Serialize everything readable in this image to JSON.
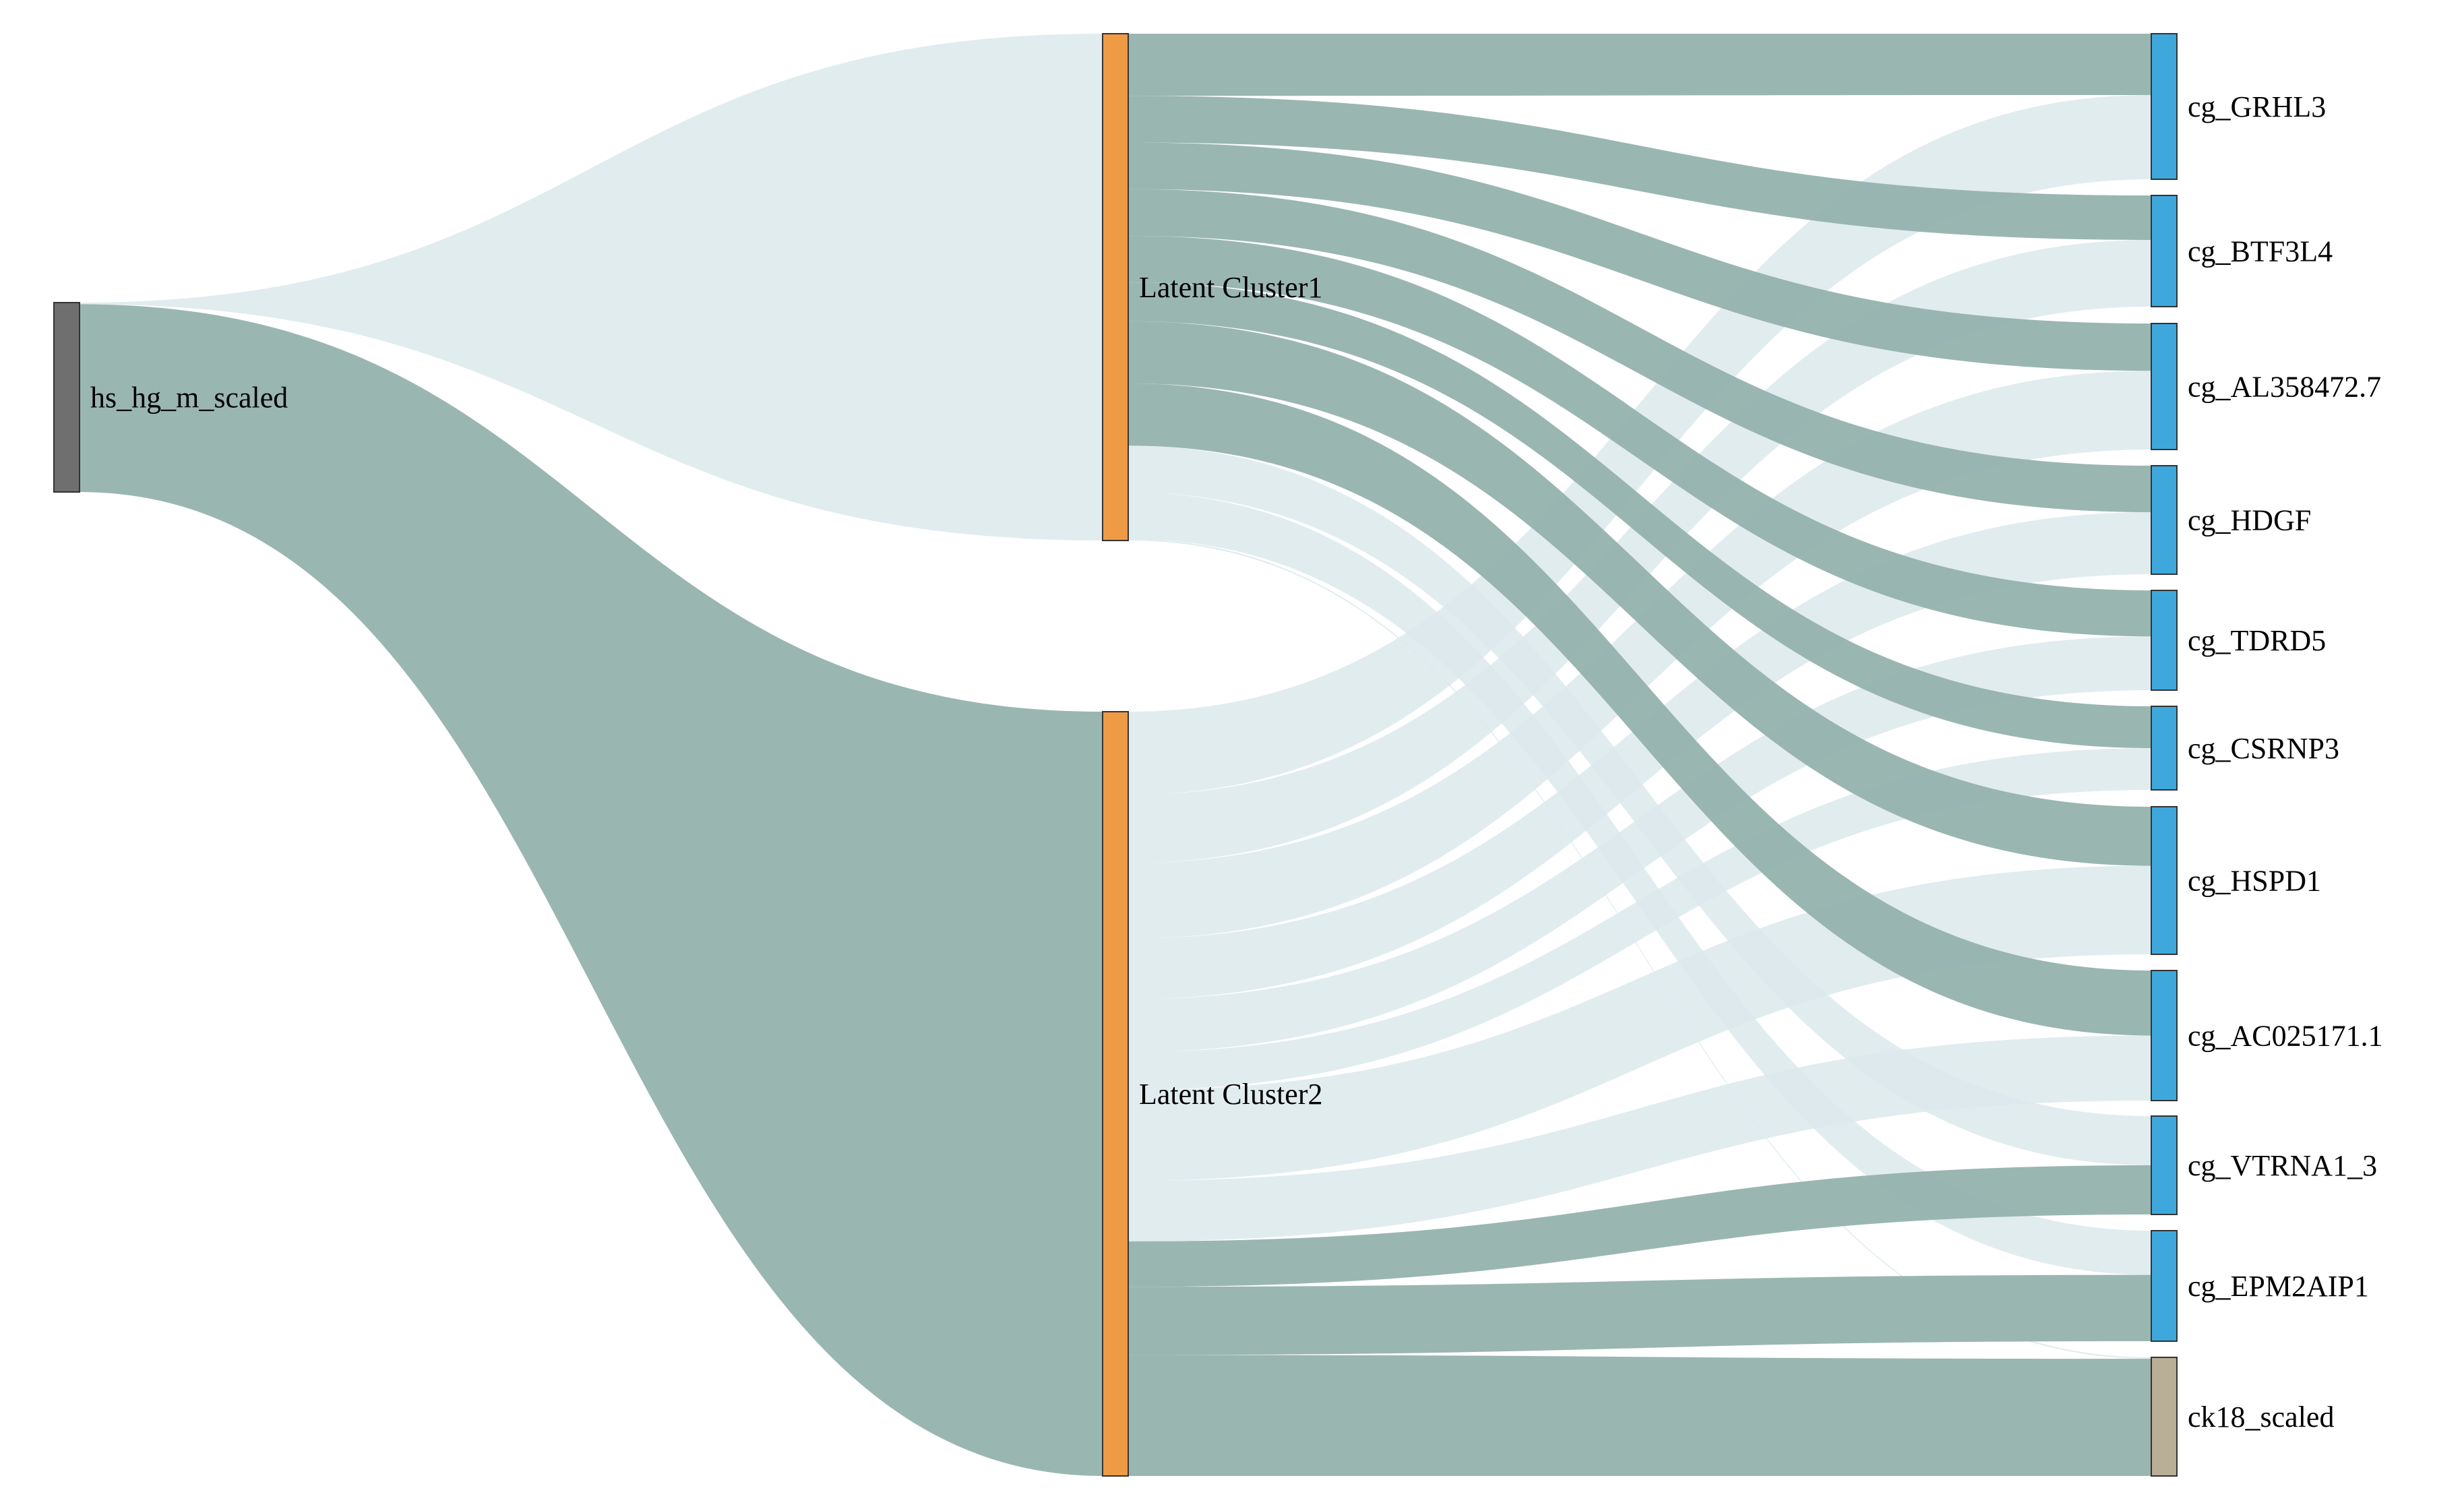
{
  "colors": {
    "link_strong": "#95b2ad",
    "link_faint": "#dce9ec",
    "source_node": "#6f6f6f",
    "cluster_node": "#ef9a44",
    "gene_node": "#3ea8dc",
    "ck18_node": "#b9ae96"
  },
  "nodes": [
    {
      "id": "src",
      "label": "hs_hg_m_scaled",
      "kind": "source"
    },
    {
      "id": "lc1",
      "label": "Latent Cluster1",
      "kind": "cluster"
    },
    {
      "id": "lc2",
      "label": "Latent Cluster2",
      "kind": "cluster"
    },
    {
      "id": "grhl3",
      "label": "cg_GRHL3",
      "kind": "gene"
    },
    {
      "id": "btf3l4",
      "label": "cg_BTF3L4",
      "kind": "gene"
    },
    {
      "id": "al358472",
      "label": "cg_AL358472.7",
      "kind": "gene"
    },
    {
      "id": "hdgf",
      "label": "cg_HDGF",
      "kind": "gene"
    },
    {
      "id": "tdrd5",
      "label": "cg_TDRD5",
      "kind": "gene"
    },
    {
      "id": "csrnp3",
      "label": "cg_CSRNP3",
      "kind": "gene"
    },
    {
      "id": "hspd1",
      "label": "cg_HSPD1",
      "kind": "gene"
    },
    {
      "id": "ac025171",
      "label": "cg_AC025171.1",
      "kind": "gene"
    },
    {
      "id": "vtrna1",
      "label": "cg_VTRNA1_3",
      "kind": "gene"
    },
    {
      "id": "epm2aip1",
      "label": "cg_EPM2AIP1",
      "kind": "gene"
    },
    {
      "id": "ck18",
      "label": "ck18_scaled",
      "kind": "outcome"
    }
  ],
  "links": [
    {
      "source": "src",
      "target": "lc1",
      "value": 0.1,
      "strength": "faint"
    },
    {
      "source": "src",
      "target": "lc2",
      "value": 12,
      "strength": "strong"
    },
    {
      "source": "lc1",
      "target": "grhl3",
      "value": 4,
      "strength": "strong"
    },
    {
      "source": "lc1",
      "target": "btf3l4",
      "value": 3,
      "strength": "strong"
    },
    {
      "source": "lc1",
      "target": "al358472",
      "value": 3,
      "strength": "strong"
    },
    {
      "source": "lc1",
      "target": "hdgf",
      "value": 3,
      "strength": "strong"
    },
    {
      "source": "lc1",
      "target": "tdrd5",
      "value": 3,
      "strength": "strong"
    },
    {
      "source": "lc1",
      "target": "csrnp3",
      "value": 2.5,
      "strength": "strong"
    },
    {
      "source": "lc1",
      "target": "hspd1",
      "value": 4,
      "strength": "strong"
    },
    {
      "source": "lc1",
      "target": "ac025171",
      "value": 4,
      "strength": "strong"
    },
    {
      "source": "lc1",
      "target": "vtrna1",
      "value": 3,
      "strength": "faint"
    },
    {
      "source": "lc1",
      "target": "epm2aip1",
      "value": 3,
      "strength": "faint"
    },
    {
      "source": "lc1",
      "target": "ck18",
      "value": 0.1,
      "strength": "faint"
    },
    {
      "source": "lc2",
      "target": "grhl3",
      "value": 5.5,
      "strength": "faint"
    },
    {
      "source": "lc2",
      "target": "btf3l4",
      "value": 4.5,
      "strength": "faint"
    },
    {
      "source": "lc2",
      "target": "al358472",
      "value": 5,
      "strength": "faint"
    },
    {
      "source": "lc2",
      "target": "hdgf",
      "value": 4,
      "strength": "faint"
    },
    {
      "source": "lc2",
      "target": "tdrd5",
      "value": 3.5,
      "strength": "faint"
    },
    {
      "source": "lc2",
      "target": "csrnp3",
      "value": 2.5,
      "strength": "faint"
    },
    {
      "source": "lc2",
      "target": "hspd1",
      "value": 6,
      "strength": "faint"
    },
    {
      "source": "lc2",
      "target": "ac025171",
      "value": 4,
      "strength": "faint"
    },
    {
      "source": "lc2",
      "target": "vtrna1",
      "value": 3,
      "strength": "strong"
    },
    {
      "source": "lc2",
      "target": "epm2aip1",
      "value": 4.5,
      "strength": "strong"
    },
    {
      "source": "lc2",
      "target": "ck18",
      "value": 8,
      "strength": "strong"
    }
  ]
}
